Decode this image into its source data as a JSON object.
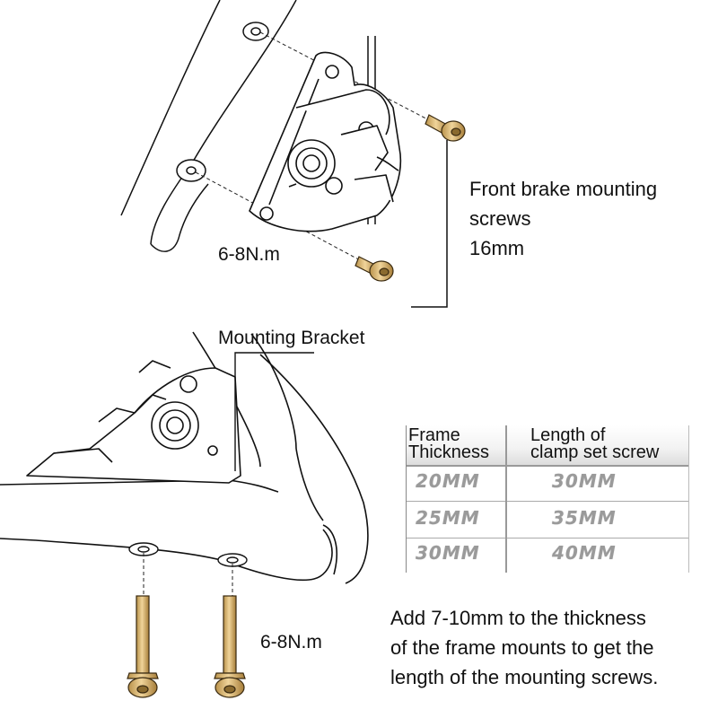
{
  "labels": {
    "front_brake": [
      "Front brake mounting",
      "screws",
      "16mm"
    ],
    "torque_top": "6-8N.m",
    "mounting_bracket": "Mounting Bracket",
    "torque_bottom": "6-8N.m",
    "note": [
      "Add 7-10mm to the thickness",
      "of the frame mounts to get the",
      "length of the mounting screws."
    ]
  },
  "table": {
    "headers": [
      [
        "Frame",
        "Thickness"
      ],
      [
        "Length of",
        "clamp set screw"
      ]
    ],
    "rows": [
      [
        "20MM",
        "30MM"
      ],
      [
        "25MM",
        "35MM"
      ],
      [
        "30MM",
        "40MM"
      ]
    ]
  },
  "colors": {
    "line": "#111111",
    "screw_gold": "#d9b36a",
    "screw_gold_dark": "#8a6a2e",
    "table_text": "#9a9a9a"
  }
}
